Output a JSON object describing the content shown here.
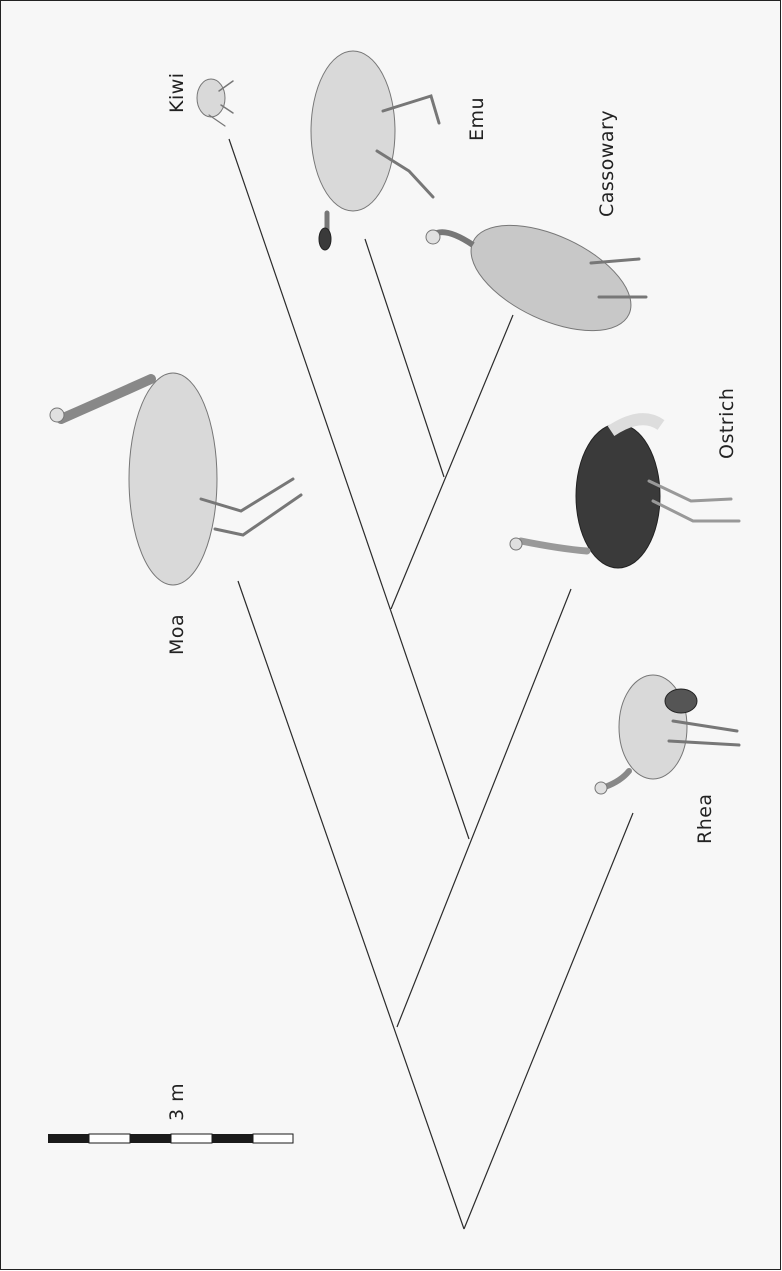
{
  "taxa": {
    "kiwi": "Kiwi",
    "emu": "Emu",
    "cassowary": "Cassowary",
    "ostrich": "Ostrich",
    "moa": "Moa",
    "rhea": "Rhea"
  },
  "scale_bar": {
    "label": "3 m",
    "segments": 6
  },
  "colors": {
    "line": "#2b2b2b",
    "background": "#f7f7f7",
    "frame": "#222222"
  }
}
